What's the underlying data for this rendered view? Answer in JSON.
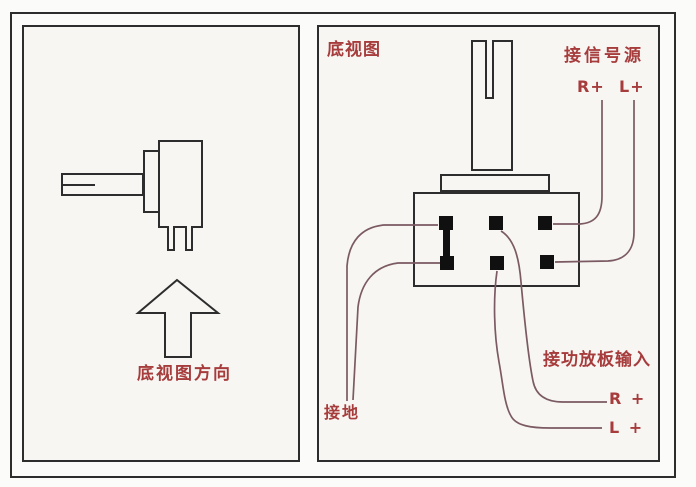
{
  "colors": {
    "accent": "#a63c3c",
    "wire": "#7b5a63",
    "line": "#2d2d2d",
    "pin": "#101010",
    "panel-bg": "#f7f6f3",
    "page-bg": "#fbfbf9"
  },
  "left_panel": {
    "direction_label": "底视图方向"
  },
  "right_panel": {
    "title": "底视图",
    "signal_source": {
      "label": "接信号源",
      "right_plus": "R+",
      "left_plus": "L+"
    },
    "amp_input": {
      "label": "接功放板输入",
      "right_plus": "R +",
      "left_plus": "L +"
    },
    "ground_label": "接地"
  }
}
